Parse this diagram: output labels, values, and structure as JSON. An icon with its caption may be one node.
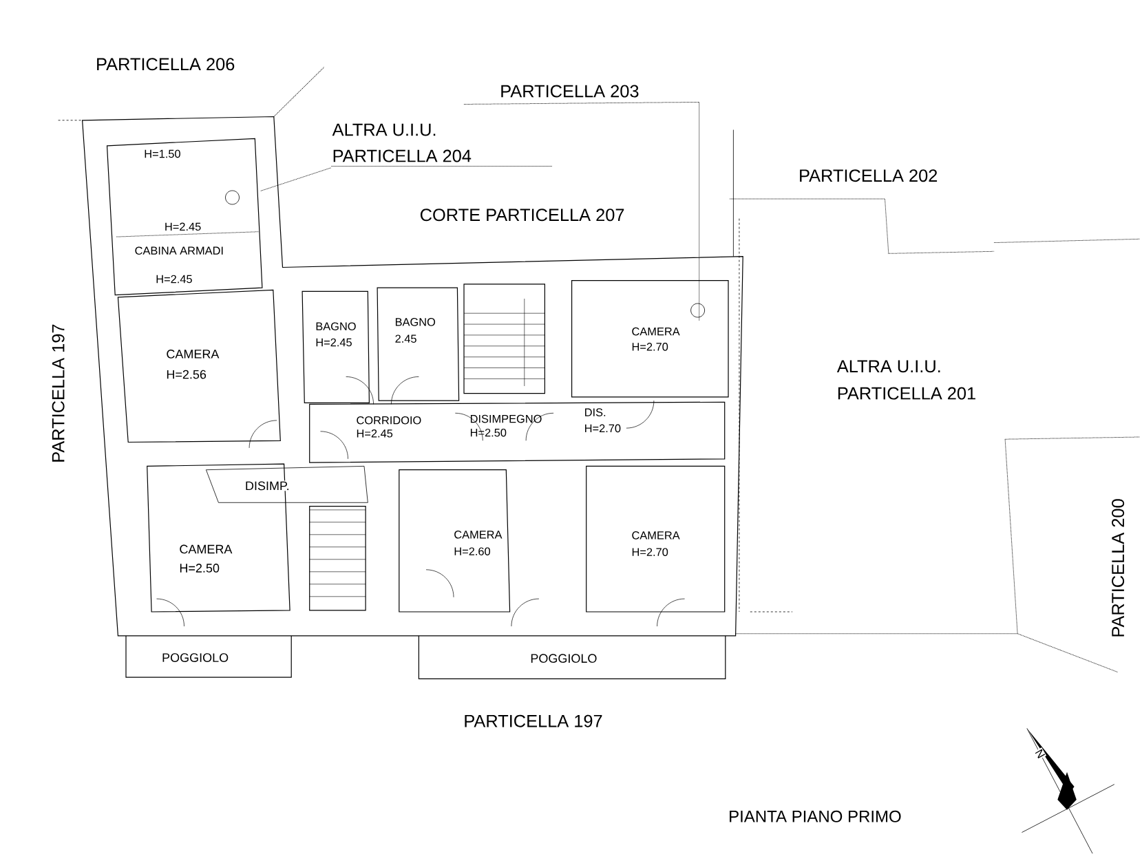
{
  "diagram": {
    "title": "PIANTA PIANO PRIMO",
    "labels": [
      "PARTICELLA 206",
      "PARTICELLA 203",
      "ALTRA U.I.U.",
      "PARTICELLA 204",
      "H=1.50",
      "PARTICELLA 202",
      "H=2.45",
      "CORTE PARTICELLA 207",
      "CABINA ARMADI",
      "H=2.45",
      "BAGNO",
      "BAGNO",
      "2.45",
      "H=2.45",
      "CAMERA",
      "H=2.70",
      "CAMERA",
      "ALTRA U.I.U.",
      "H=2.56",
      "PARTICELLA 197",
      "PARTICELLA 201",
      "CORRIDOIO",
      "DISIMPEGNO",
      "DIS.",
      "H=2.45",
      "H=2.50",
      "H=2.70",
      "DISIMP.",
      "CAMERA",
      "CAMERA",
      "CAMERA",
      "H=2.60",
      "H=2.70",
      "H=2.50",
      "PARTICELLA 200",
      "POGGIOLO",
      "POGGIOLO",
      "PARTICELLA 197",
      "N"
    ]
  }
}
